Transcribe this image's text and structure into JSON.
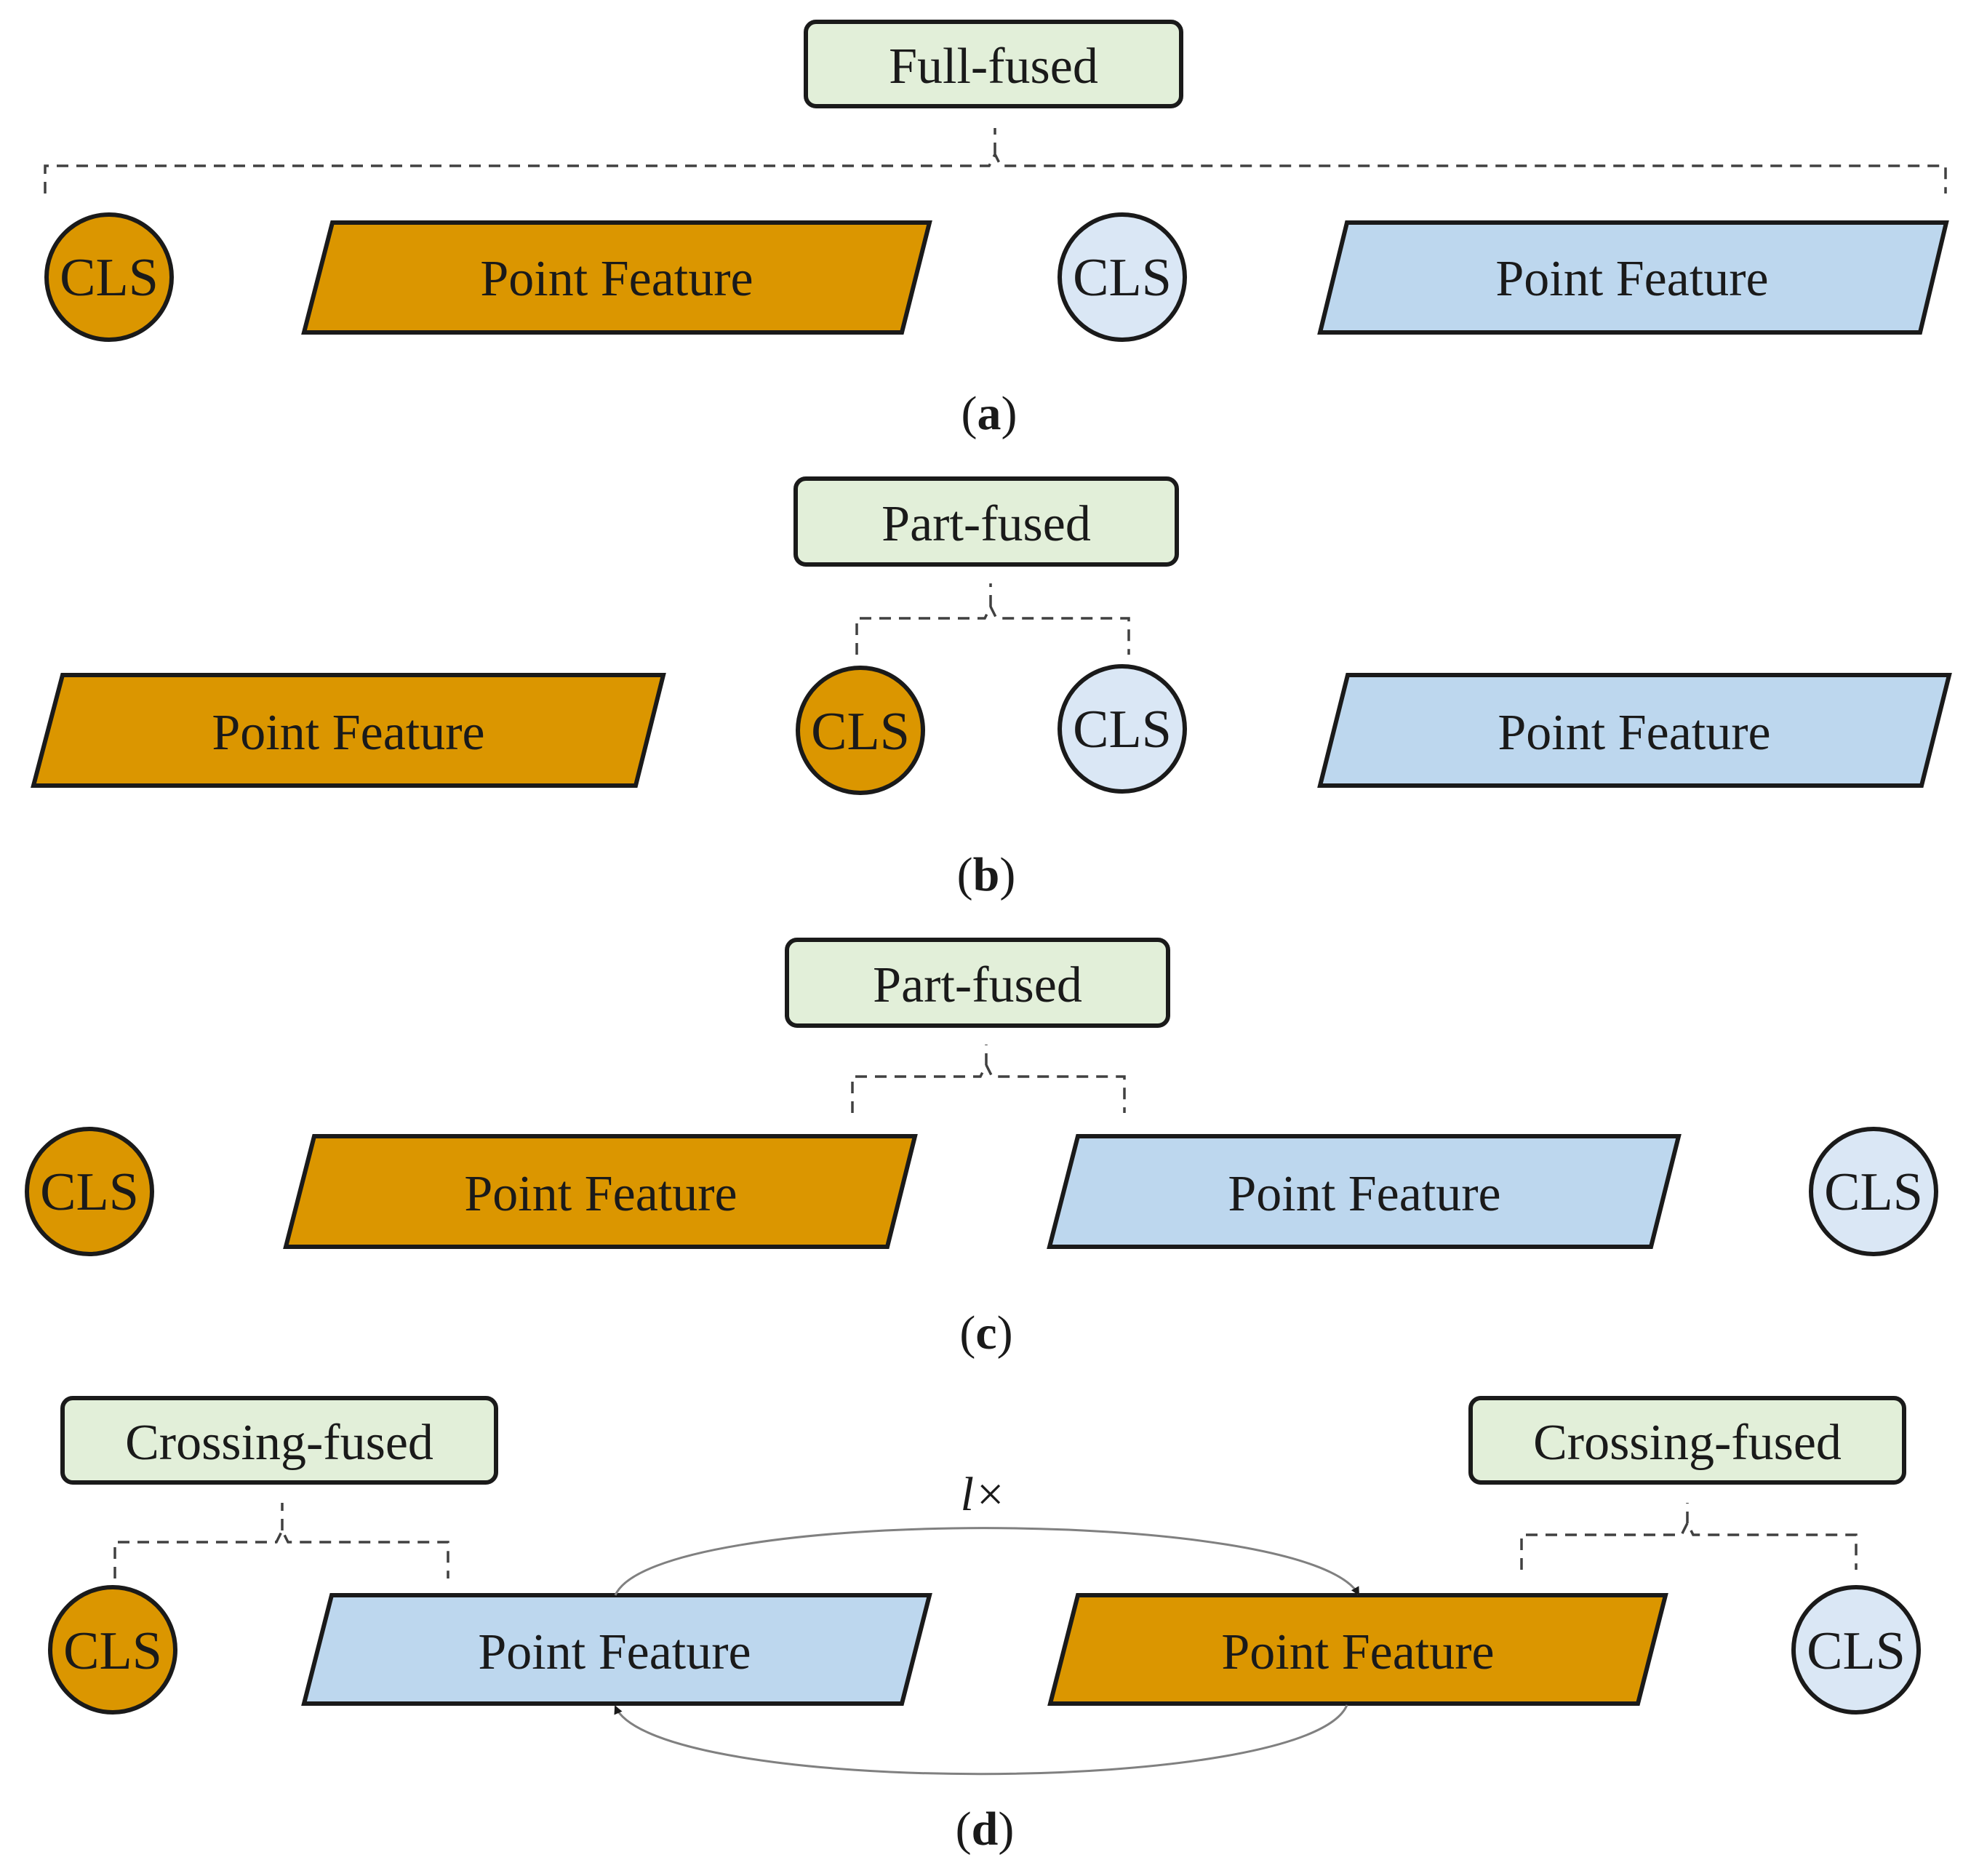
{
  "colors": {
    "orange_fill": "#db9600",
    "blue_fill": "#bdd7ee",
    "light_blue_fill": "#dae7f5",
    "green_fill": "#e2efd9",
    "stroke": "#1a1a1a",
    "dash": "#404040",
    "arc": "#808080"
  },
  "panel_a": {
    "fuse_label": "Full-fused",
    "cls_left": "CLS",
    "feature_left": "Point Feature",
    "cls_right": "CLS",
    "feature_right": "Point Feature",
    "caption_open": "(",
    "caption_letter": "a",
    "caption_close": ")"
  },
  "panel_b": {
    "fuse_label": "Part-fused",
    "feature_left": "Point Feature",
    "cls_left": "CLS",
    "cls_right": "CLS",
    "feature_right": "Point Feature",
    "caption_open": "(",
    "caption_letter": "b",
    "caption_close": ")"
  },
  "panel_c": {
    "fuse_label": "Part-fused",
    "cls_left": "CLS",
    "feature_left": "Point Feature",
    "feature_right": "Point Feature",
    "cls_right": "CLS",
    "caption_open": "(",
    "caption_letter": "c",
    "caption_close": ")"
  },
  "panel_d": {
    "fuse_label_left": "Crossing-fused",
    "fuse_label_right": "Crossing-fused",
    "repeat_label": "l×",
    "cls_left": "CLS",
    "feature_left": "Point Feature",
    "feature_right": "Point Feature",
    "cls_right": "CLS",
    "caption_open": "(",
    "caption_letter": "d",
    "caption_close": ")"
  }
}
